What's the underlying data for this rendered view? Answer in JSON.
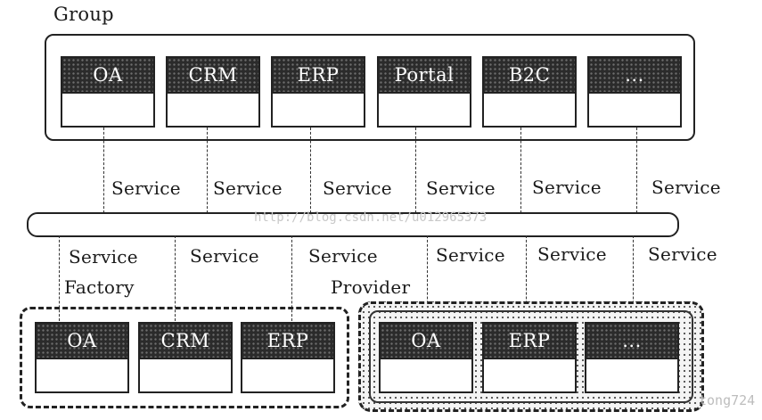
{
  "diagram": {
    "group_title": "Group",
    "group_systems": [
      "OA",
      "CRM",
      "ERP",
      "Portal",
      "B2C",
      "..."
    ],
    "upper_service_labels": [
      "Service",
      "Service",
      "Service",
      "Service",
      "Service",
      "Service"
    ],
    "lower_service_labels": [
      "Service",
      "Service",
      "Service",
      "Service",
      "Service",
      "Service"
    ],
    "factory_label": "Factory",
    "provider_label": "Provider",
    "factory_systems": [
      "OA",
      "CRM",
      "ERP"
    ],
    "provider_systems": [
      "OA",
      "ERP",
      "..."
    ],
    "watermark_top": "http://blog.csdn.net/u012965373",
    "watermark_bottom": "tong724"
  }
}
